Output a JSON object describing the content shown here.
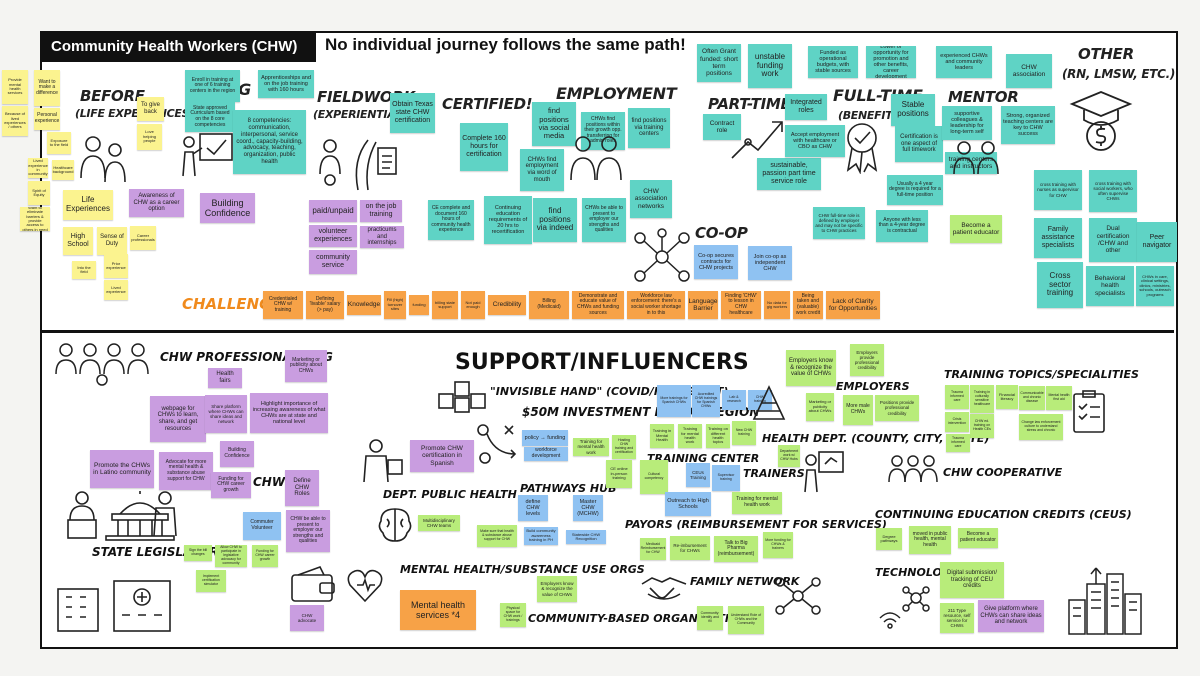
{
  "title": "Community Health Workers (CHW)",
  "tagline": "No individual journey follows the same path!",
  "top": {
    "headings": {
      "before": "BEFORE",
      "before_sub": "(LIFE EXPERIENCES)",
      "training": "NG",
      "fieldwork": "FIELDWORK",
      "fieldwork_sub": "(EXPERIENTIAL)",
      "certified": "CERTIFIED!",
      "employment": "EMPLOYMENT",
      "parttime": "PART-TIME",
      "fulltime": "FULL-TIME",
      "fulltime_sub": "(BENEFITS)",
      "mentor": "MENTOR",
      "other": "OTHER",
      "other_sub": "(RN, LMSW, ETC.)",
      "coop": "CO-OP",
      "challenges": "CHALLENGES"
    },
    "notes": {
      "side1": "Provide mental health services",
      "side2": "Because of lived experiences / others",
      "want": "Want to make a difference",
      "personal": "Personal experience",
      "give_back": "To give back",
      "love_people": "Love helping people",
      "lived1": "Lived experience",
      "exposure": "Exposure to the field",
      "lived_exp2": "Lived experience in community",
      "healthcare": "Healthcare background",
      "spirit": "Spirit of Equity",
      "want_others": "Want to eliminate barriers & provide access to others in need",
      "life": "Life Experiences",
      "highschool": "High School",
      "sense": "Sense of Duty",
      "into_field": "Into the field",
      "career_pro": "Career professionals",
      "pre": "Prior experience",
      "awareness": "Awareness of CHW as a career option",
      "building": "Building Confidence",
      "enroll": "Enroll in training at one of 6 training centers in the region",
      "apprentice": "Apprenticeships and on the job training with 160 hours",
      "state_approved": "State approved Curriculum based on the 8 core competencies",
      "competencies": "8 competencies: communication, interpersonal, service coord., capacity-building, advocacy, teaching, organization, public health",
      "obtain": "Obtain Texas state CHW certification",
      "paid": "paid/unpaid",
      "onjob": "on the job training",
      "volunteer": "volunteer experiences",
      "community_service": "community service",
      "practicums": "practicums and internships",
      "complete": "Complete 160 hours for certification",
      "ce_complete": "CE complete and document 160 hours of community health experience",
      "continuing": "Continuing education requirements of 20 hrs to recertification",
      "find_social": "find positions via social media",
      "chw_find": "CHWs find positions within their growth opp. transferring for admin roles",
      "find_training": "find positions via training centers",
      "word_mouth": "CHWs find employment via word of mouth",
      "find_indeed": "find positions via indeed",
      "present": "CHWs be able to present to employer our strengths and qualities",
      "assoc_networks": "CHW association networks",
      "grant": "Often Grant funded: short term positions",
      "unstable": "unstable funding work",
      "funded": "Funded as operational budgets, with stable sources",
      "lower": "Lower or opportunity for promotion and other benefits, career development",
      "experienced": "experienced CHWs and community leaders",
      "chw_association": "CHW association",
      "contract": "Contract role",
      "integrated": "Integrated roles",
      "stable": "Stable positions",
      "accept": "Accept employment with healthcare or CBO as CHW",
      "certification_one": "Certification is one aspect of full timework",
      "supportive": "supportive colleagues & leadership for long-term self",
      "strong": "Strong, organized teaching centers are key to CHW success",
      "sustainable": "sustainable, passion part time service role",
      "training_centers": "training centers and instructors",
      "usually": "Usually a 4 year degree is required for a full-time position",
      "chw_fulltime": "CHW full-time role is defined by employer and may not be specific to CHW practices",
      "anyone": "Anyone with less than a 4-year degree is contractual",
      "patient_educator": "Become a patient educator",
      "cross_nurses": "cross training with nurses as supervisor for CHW",
      "cross_social": "cross training with social workers, who often supervise CHWs",
      "family": "Family assistance specialists",
      "dual": "Dual certification /CHW and other",
      "peer": "Peer navigator",
      "cross_sector": "Cross sector training",
      "behavioral": "Behavioral health specialists",
      "chws_in": "CHWs in care, clinical settings, clinics, ministries, schools, outreach programs",
      "coop_secures": "Co-op secures contracts for CHW projects",
      "join_coop": "Join co-op as independent CHW"
    },
    "challenges": [
      "Credentialed CHW w/ training",
      "Defining 'livable' salary (> pay)",
      "Knowledge",
      "Fill (high) turnover sites",
      "funding",
      "billing state support",
      "Not paid enough",
      "Credibility",
      "Billing (Medicaid)",
      "Demonstrate and educate value of CHWs and funding sources",
      "Workforce law enforcement: there's a social worker shortage in to this",
      "Language Barrier",
      "Finding 'CHW' to lesson in CHW healthcare",
      "No data for gig workers",
      "Being taken and (valuable) work credit",
      "Lack of Clarity for Opportunities"
    ]
  },
  "bottom": {
    "heading": "SUPPORT/INFLUENCERS",
    "labels": {
      "prof_org": "CHW PROFESSIONAL ORG",
      "chw": "CHW",
      "state_leg": "STATE LEGISLATURE",
      "invisible": "\"INVISIBLE HAND\" (COVID/FED. GOV'T)",
      "investment": "$50M INVESTMENT IN HOU REGION",
      "dept_public": "DEPT. PUBLIC HEALTH",
      "pathways": "PATHWAYS HUB",
      "mental": "MENTAL HEALTH/SUBSTANCE USE ORGS",
      "community_org": "COMMUNITY-BASED ORGANIZATION",
      "training_center": "TRAINING CENTER",
      "trainers": "TRAINERS",
      "payors": "PAYORS (REIMBURSEMENT FOR SERVICES)",
      "family_network": "FAMILY NETWORK",
      "employers": "EMPLOYERS",
      "health_dept": "HEALTH DEPT. (COUNTY, CITY, STATE)",
      "training_topics": "TRAINING TOPICS/SPECIALITIES",
      "cooperative": "CHW COOPERATIVE",
      "ceus": "CONTINUING EDUCATION CREDITS (CEUS)",
      "technology": "TECHNOLOGY"
    },
    "notes": {
      "marketing": "Marketing or publicity about CHWs",
      "health_fairs": "Health fairs",
      "webpage": "webpage for CHWs to learn, share, and get resources",
      "share_platform": "Share platform where CHWs can share ideas and network",
      "highlight": "Highlight importance of increasing awareness of what CHWs are at state and national level",
      "promote_latino": "Promote the CHWs in Latino community",
      "advocate": "Advocate for more mental health & substance abuse support for CHW",
      "building_conf": "Building Confidence",
      "funding_growth": "Funding for CHW career growth",
      "define_roles": "Define CHW Roles",
      "commuter": "Commuter Volunteer",
      "chw_able": "CHW be able to present to employer our strengths and qualities",
      "chw_advocate": "CHW advocate",
      "sign_bill": "Sign the bill changes",
      "allow_chw": "Allow CHW to participate in legislative advocacy for community",
      "funding_growth2": "Funding for CHW career growth",
      "implement": "Implement certification simulator",
      "promote_spanish": "Promote CHW certification in Spanish",
      "multidisc": "Multidisciplinary CHW teams",
      "policy": "policy → funding",
      "training_mental": "Training for mental health work",
      "hosting": "Hosting CHW training and certification",
      "workforce": "workforce development",
      "define_levels": "define CHW levels",
      "master": "Master CHW (MCHW)",
      "build_comm": "Build community awareness training in PH",
      "make_sure": "Make sure that health & substance abuse support for CHW",
      "statewide": "Statewide CHW Recognition",
      "mental_services": "Mental health services *4",
      "employers_know": "Employers know & recognize the value of CHWs",
      "physical_space": "Physical space for CHW work / trainings",
      "community_nee": "Community: identify and fill",
      "understand": "Understand Role of CHWs and the Community",
      "employers_know2": "Employers know & recognize the value of CHWs",
      "employers_provide": "Employers provide professional credibility",
      "more_male": "More male CHWs",
      "marketing2": "Marketing or publicity about CHWs",
      "positions": "Positions provide professional credibility",
      "training_mental2": "Training in Mental Health",
      "training_diff": "Training on different health topics",
      "ce_in_person": "CE online in-person training",
      "ceus_training": "CEUs Training",
      "outreach": "Outreach to High Schools",
      "training_mental3": "Training for mental health work",
      "dept_work": "Department work w/ CHW Hubs",
      "medicaid": "Medicaid Reimbursement for CHW",
      "reimburse": "Re-imbursement for CHWs",
      "talk_pharma": "Talk to Big Pharma (reimbursement)",
      "more_funding": "More funding for CHWs & trainers",
      "become_patient": "Become a patient educator",
      "moved_in": "moved in public health, mental health",
      "digital": "Digital submission/ tracking of CEU credits",
      "platform211": "211 Type resource, self service for CHWs",
      "give_platform": "Give platform where CHWs can share ideas and network",
      "financial": "Financial literacy",
      "tt1": "Trauma informed care",
      "tt2": "Training in culturally sensitive healthcare",
      "tt3": "Communicable and chronic disease",
      "tt4": "Mental health first aid",
      "tt5": "CHW ed. training on Health CEs",
      "tt6": "Change law enforcement culture to understand stress and chronic",
      "crisis": "Crisis intervention",
      "degree": "Degree pathways",
      "trauma2": "Trauma informed care",
      "employ_recog": "Employers know & recognize the value of CHWs",
      "new_chw": "New CHW training",
      "cultural": "Cultural competency",
      "accredited": "Accredited CHW trainings for Spanish CHWs",
      "more_training": "More trainings for Spanish CHWs",
      "lab": "Lab & research",
      "chw_training2": "CHW training",
      "supervisor": "Supervisor training"
    }
  },
  "icons": {
    "person": "person-icon",
    "cap": "graduation-cap-icon",
    "network": "network-icon",
    "puzzle": "puzzle-icon",
    "city": "city-icon",
    "brain": "brain-icon",
    "heart": "heart-icon",
    "handshake": "handshake-icon",
    "checklist": "checklist-icon",
    "capitol": "capitol-icon",
    "hospital": "hospital-icon",
    "wallet": "wallet-icon",
    "medal": "medal-icon",
    "wifi": "wifi-icon"
  },
  "colors": {
    "yellow": "#fbf38f",
    "teal": "#5fd3c5",
    "purple": "#c99de0",
    "orange": "#f7a247",
    "green": "#b8ec7a",
    "blue": "#8fc2f2"
  }
}
